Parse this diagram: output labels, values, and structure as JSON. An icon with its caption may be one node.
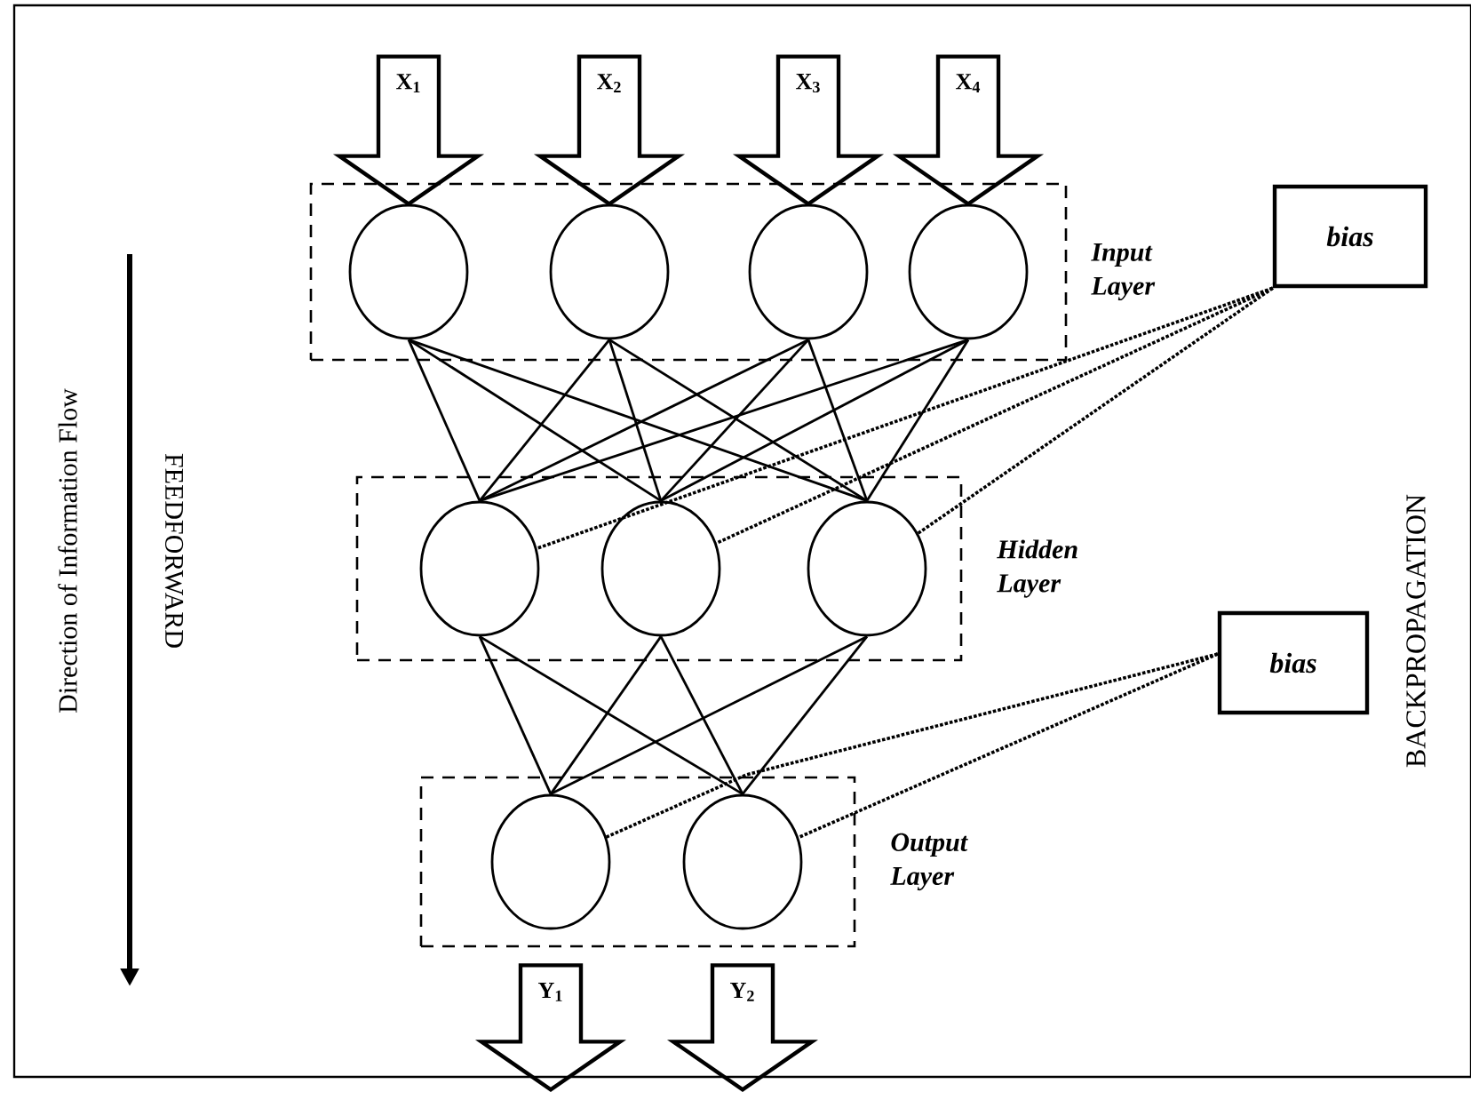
{
  "diagram": {
    "nodes": [
      {
        "text": [
          "Input Layer"
        ]
      },
      {
        "text": [
          "Hidden Layer"
        ]
      },
      {
        "text": [
          "Output Layer"
        ]
      },
      {
        "text": [],
        "shape": "circle",
        "in": 0
      },
      {
        "text": [],
        "shape": "circle",
        "in": 0
      },
      {
        "text": [],
        "shape": "circle",
        "in": 0
      },
      {
        "text": [],
        "shape": "circle",
        "in": 0
      },
      {
        "text": [],
        "shape": "circle",
        "in": 1
      },
      {
        "text": [],
        "shape": "circle",
        "in": 1
      },
      {
        "text": [],
        "shape": "circle",
        "in": 1
      },
      {
        "text": [],
        "shape": "circle",
        "in": 2
      },
      {
        "text": [],
        "shape": "circle",
        "in": 2
      },
      {
        "text": [
          "bias"
        ]
      },
      {
        "text": [
          "bias"
        ]
      }
    ],
    "edges": [
      {
        "from": 3,
        "to": 7,
        "arrow": "none"
      },
      {
        "from": 3,
        "to": 8,
        "arrow": "none"
      },
      {
        "from": 3,
        "to": 9,
        "arrow": "none"
      },
      {
        "from": 4,
        "to": 7,
        "arrow": "none"
      },
      {
        "from": 4,
        "to": 8,
        "arrow": "none"
      },
      {
        "from": 4,
        "to": 9,
        "arrow": "none"
      },
      {
        "from": 5,
        "to": 7,
        "arrow": "none"
      },
      {
        "from": 5,
        "to": 8,
        "arrow": "none"
      },
      {
        "from": 5,
        "to": 9,
        "arrow": "none"
      },
      {
        "from": 6,
        "to": 7,
        "arrow": "none"
      },
      {
        "from": 6,
        "to": 8,
        "arrow": "none"
      },
      {
        "from": 6,
        "to": 9,
        "arrow": "none"
      },
      {
        "from": 7,
        "to": 10,
        "arrow": "none"
      },
      {
        "from": 7,
        "to": 11,
        "arrow": "none"
      },
      {
        "from": 8,
        "to": 10,
        "arrow": "none"
      },
      {
        "from": 8,
        "to": 11,
        "arrow": "none"
      },
      {
        "from": 9,
        "to": 10,
        "arrow": "none"
      },
      {
        "from": 9,
        "to": 11,
        "arrow": "none"
      },
      {
        "from": 12,
        "to": 7,
        "arrow": "none",
        "style": "dashed"
      },
      {
        "from": 12,
        "to": 8,
        "arrow": "none",
        "style": "dashed"
      },
      {
        "from": 12,
        "to": 9,
        "arrow": "none",
        "style": "dashed"
      },
      {
        "from": 13,
        "to": 10,
        "arrow": "none",
        "style": "dashed"
      },
      {
        "from": 13,
        "to": 11,
        "arrow": "none",
        "style": "dashed"
      },
      {
        "from": null,
        "to": 3,
        "arrow": "to",
        "label": "X$_{1}$",
        "style": "thick"
      },
      {
        "from": null,
        "to": 4,
        "arrow": "to",
        "label": "X$_{2}$",
        "style": "thick"
      },
      {
        "from": null,
        "to": 5,
        "arrow": "to",
        "label": "X$_{3}$",
        "style": "thick"
      },
      {
        "from": null,
        "to": 6,
        "arrow": "to",
        "label": "X$_{4}$",
        "style": "thick"
      },
      {
        "from": 10,
        "to": null,
        "arrow": "to",
        "label": "Y$_{1}$",
        "style": "thick"
      },
      {
        "from": 11,
        "to": null,
        "arrow": "to",
        "label": "Y$_{2}$",
        "style": "thick"
      }
    ],
    "labels": [
      "Direction of Information Flow",
      "FEEDFORWARD",
      "BACKPROPAGATION"
    ]
  }
}
